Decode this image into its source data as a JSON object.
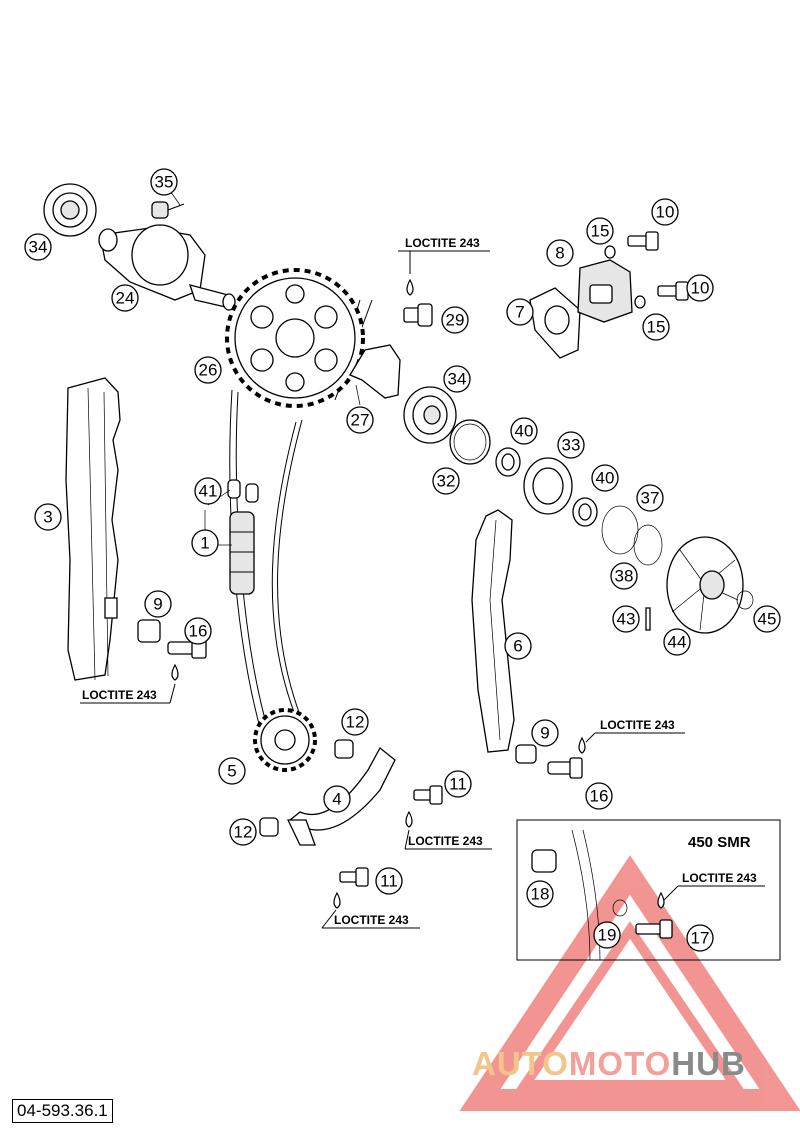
{
  "callouts": [
    {
      "id": "c34a",
      "label": "34"
    },
    {
      "id": "c35",
      "label": "35"
    },
    {
      "id": "c24",
      "label": "24"
    },
    {
      "id": "c26",
      "label": "26"
    },
    {
      "id": "c3",
      "label": "3"
    },
    {
      "id": "c41",
      "label": "41"
    },
    {
      "id": "c1",
      "label": "1"
    },
    {
      "id": "c9a",
      "label": "9"
    },
    {
      "id": "c16a",
      "label": "16"
    },
    {
      "id": "c29",
      "label": "29"
    },
    {
      "id": "c27",
      "label": "27"
    },
    {
      "id": "c8",
      "label": "8"
    },
    {
      "id": "c15a",
      "label": "15"
    },
    {
      "id": "c10a",
      "label": "10"
    },
    {
      "id": "c10b",
      "label": "10"
    },
    {
      "id": "c7",
      "label": "7"
    },
    {
      "id": "c15b",
      "label": "15"
    },
    {
      "id": "c34b",
      "label": "34"
    },
    {
      "id": "c40a",
      "label": "40"
    },
    {
      "id": "c33",
      "label": "33"
    },
    {
      "id": "c32",
      "label": "32"
    },
    {
      "id": "c40b",
      "label": "40"
    },
    {
      "id": "c37",
      "label": "37"
    },
    {
      "id": "c38",
      "label": "38"
    },
    {
      "id": "c43",
      "label": "43"
    },
    {
      "id": "c44",
      "label": "44"
    },
    {
      "id": "c45",
      "label": "45"
    },
    {
      "id": "c6",
      "label": "6"
    },
    {
      "id": "c12a",
      "label": "12"
    },
    {
      "id": "c5",
      "label": "5"
    },
    {
      "id": "c4",
      "label": "4"
    },
    {
      "id": "c11a",
      "label": "11"
    },
    {
      "id": "c12b",
      "label": "12"
    },
    {
      "id": "c11b",
      "label": "11"
    },
    {
      "id": "c9b",
      "label": "9"
    },
    {
      "id": "c16b",
      "label": "16"
    },
    {
      "id": "c18",
      "label": "18"
    },
    {
      "id": "c19",
      "label": "19"
    },
    {
      "id": "c17",
      "label": "17"
    }
  ],
  "notes": {
    "loctite_1": "LOCTITE 243",
    "loctite_2": "LOCTITE 243",
    "loctite_3": "LOCTITE 243",
    "loctite_4": "LOCTITE 243",
    "loctite_5": "LOCTITE 243",
    "loctite_6": "LOCTITE 243"
  },
  "inset": {
    "title": "450 SMR"
  },
  "doc_number": "04-593.36.1",
  "watermark": {
    "part1": "AUTO",
    "part2": "MOTO",
    "part3": "HUB"
  },
  "colors": {
    "watermark_red": "#e8403a",
    "watermark_orange": "#f2b26a",
    "watermark_gray": "#7a7a7a"
  }
}
